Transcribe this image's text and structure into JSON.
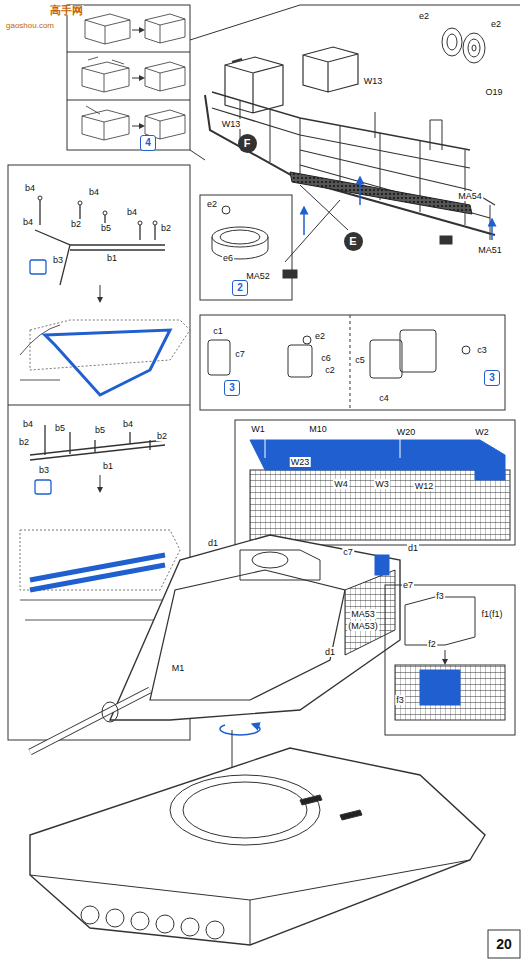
{
  "diagram": {
    "nodes": [
      {
        "text": [
          "4"
        ]
      },
      {
        "text": [
          "F"
        ]
      },
      {
        "text": [
          "E"
        ]
      },
      {
        "text": [
          "2"
        ]
      },
      {
        "text": [
          "3"
        ]
      },
      {
        "text": [
          "3"
        ]
      },
      {
        "text": [
          "20"
        ]
      }
    ],
    "labels": [
      "高手网",
      "gaoshou.com",
      "W13",
      "W13",
      "e2",
      "e2",
      "O19",
      "MA54",
      "MA51",
      "MA52",
      "e2",
      "e6",
      "b4",
      "b4",
      "b4",
      "b2",
      "b5",
      "b3",
      "b1",
      "b4",
      "b2",
      "b4",
      "b5",
      "b2",
      "b5",
      "b1",
      "b4",
      "b2",
      "b3",
      "c1",
      "c7",
      "e2",
      "c6",
      "c2",
      "c5",
      "c3",
      "c4",
      "W1",
      "M10",
      "W20",
      "W2",
      "W4",
      "W23",
      "W3",
      "W12",
      "d1",
      "c7",
      "d1",
      "e7",
      "MA53",
      "(MA53)",
      "d1",
      "M1",
      "f3",
      "f1(f1)",
      "f2",
      "f3"
    ]
  }
}
